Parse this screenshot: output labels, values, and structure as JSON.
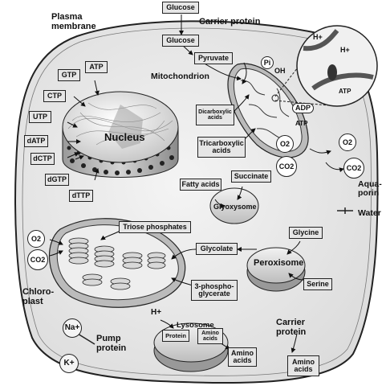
{
  "labels": {
    "plasma_membrane": "Plasma\nmembrane",
    "carrier_protein_top": "Carrier protein",
    "mitochondrion": "Mitochondrion",
    "nucleus": "Nucleus",
    "aquaporin": "Aqua-\nporin",
    "water": "Water",
    "chloroplast": "Chloro-\nplast",
    "pump_protein": "Pump\nprotein",
    "carrier_protein_bottom": "Carrier\nprotein",
    "glyoxysome": "Glyoxysome",
    "peroxisome": "Peroxisome",
    "lysosome": "Lysosome"
  },
  "boxes": {
    "glucose_top": "Glucose",
    "glucose_inner": "Glucose",
    "pyruvate": "Pyruvate",
    "gtp": "GTP",
    "atp_nuc": "ATP",
    "ctp": "CTP",
    "utp": "UTP",
    "datp": "dATP",
    "dctp": "dCTP",
    "dgtp": "dGTP",
    "dttp": "dTTP",
    "dicarboxylic": "Dicarboxylic\nacids",
    "tricarboxylic": "Tricarboxylic\nacids",
    "fatty_acids": "Fatty acids",
    "succinate": "Succinate",
    "triose": "Triose phosphates",
    "glycolate": "Glycolate",
    "glycine": "Glycine",
    "serine": "Serine",
    "phosphoglycerate": "3-phospho-\nglycerate",
    "protein": "Protein",
    "amino_inner": "Amino\nacids",
    "amino_out": "Amino\nacids",
    "amino_bottom": "Amino\nacids"
  },
  "chem": {
    "pi": "Pi",
    "oh": "OH",
    "adp": "ADP",
    "atp_mito": "ATP",
    "o2_mito": "O2",
    "co2_mito": "CO2",
    "o2_right": "O2",
    "co2_right": "CO2",
    "o2_chloro": "O2",
    "co2_chloro": "CO2",
    "h_inset1": "H+",
    "h_inset2": "H+",
    "atp_inset": "ATP",
    "h_lyso": "H+",
    "na": "Na+",
    "k": "K+"
  }
}
